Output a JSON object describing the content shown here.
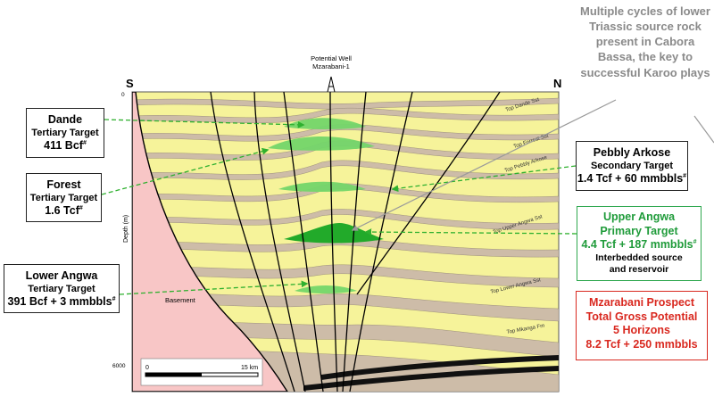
{
  "compass": {
    "south": "S",
    "north": "N"
  },
  "well": {
    "line1": "Potential Well",
    "line2": "Mzarabani-1"
  },
  "depth_axis": {
    "label": "Depth (m)",
    "top": "0",
    "bottom": "6000"
  },
  "scale_bar": {
    "start": "0",
    "end": "15 km"
  },
  "basement_label": "Basement",
  "horizon_labels": [
    "Top Dande Sst",
    "Top Forrest Sst",
    "Top Pebbly Arkose",
    "Top Upper Angwa Sst",
    "Top Lower Angwa Sst",
    "Top Mkanga Fm"
  ],
  "note": "Multiple cycles of lower Triassic source rock present in Cabora Bassa, the key to successful Karoo plays",
  "callouts": {
    "dande": {
      "title": "Dande",
      "sub": "Tertiary Target",
      "value": "411 Bcf",
      "mark": "#"
    },
    "forest": {
      "title": "Forest",
      "sub": "Tertiary Target",
      "value": "1.6 Tcf",
      "mark": "#"
    },
    "lower_angwa": {
      "title": "Lower Angwa",
      "sub": "Tertiary Target",
      "value": "391 Bcf + 3 mmbbls",
      "mark": "#"
    },
    "pebbly": {
      "title": "Pebbly Arkose",
      "sub": "Secondary Target",
      "value": "1.4 Tcf + 60 mmbbls",
      "mark": "#"
    },
    "upper_angwa": {
      "title": "Upper Angwa",
      "sub": "Primary Target",
      "value": "4.4 Tcf + 187 mmbbls",
      "mark": "#",
      "note1": "Interbedded source",
      "note2": "and reservoir"
    },
    "prospect": {
      "line1": "Mzarabani Prospect",
      "line2": "Total Gross Potential",
      "line3": "5 Horizons",
      "line4": "8.2 Tcf + 250 mmbbls"
    }
  },
  "colors": {
    "basement": "#f8c6c6",
    "sand": "#f6f39a",
    "shale": "#cdbca8",
    "target": "#74d66a",
    "primary": "#22aa2a",
    "arrow": "#2fb02f",
    "note": "#8a8a8a",
    "red": "#d9281f"
  }
}
